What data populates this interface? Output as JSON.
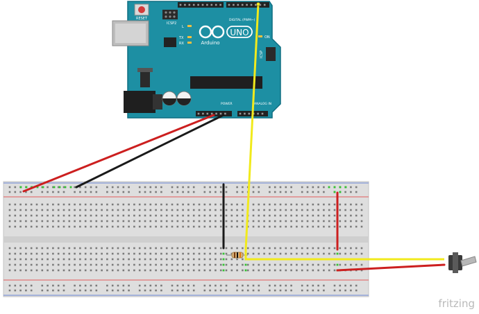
{
  "board": {
    "reset_label": "RESET",
    "icsp_label": "ICSP2",
    "icsp_label_2": "ICSP",
    "logo_text": "UNO",
    "brand_text": "Arduino",
    "digital_label": "DIGITAL (PWM~)",
    "analog_label": "ANALOG IN",
    "power_label": "POWER",
    "led_l": "L",
    "led_tx": "TX",
    "led_rx": "RX",
    "led_on": "ON",
    "body_color": "#1d8fa3",
    "edge_color": "#0f6e82"
  },
  "breadboard": {
    "rail_red": "#e25b5b",
    "rail_blue": "#6b86d6",
    "body_color": "#dedede"
  },
  "wires": {
    "power": "#cc1f1f",
    "ground": "#1a1a1a",
    "signal": "#f1ea1c"
  },
  "components": {
    "resistor": "resistor",
    "switch": "toggle-switch"
  },
  "watermark": "fritzing"
}
